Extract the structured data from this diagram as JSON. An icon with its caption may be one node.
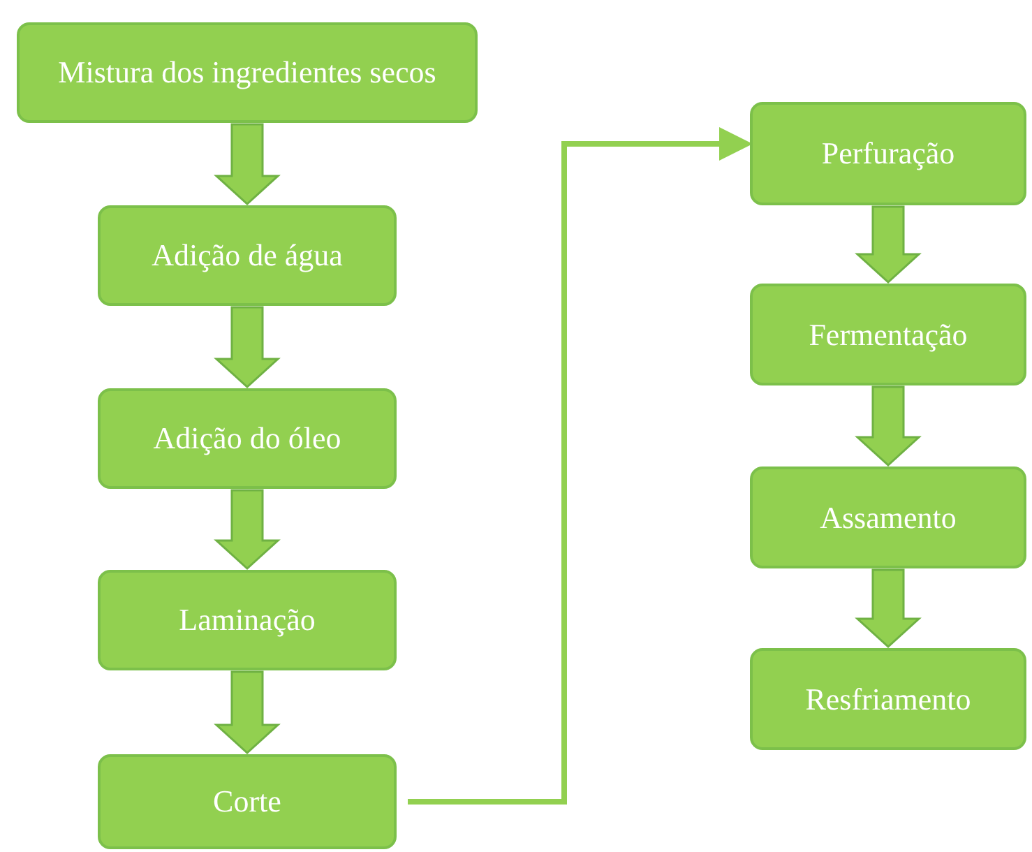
{
  "diagram": {
    "nodes": [
      {
        "text": [
          "Mistura dos ingredientes secos"
        ]
      },
      {
        "text": [
          "Adição de água"
        ]
      },
      {
        "text": [
          "Adição do óleo"
        ]
      },
      {
        "text": [
          "Laminação"
        ]
      },
      {
        "text": [
          "Corte"
        ]
      },
      {
        "text": [
          "Perfuração"
        ]
      },
      {
        "text": [
          "Fermentação"
        ]
      },
      {
        "text": [
          "Assamento"
        ]
      },
      {
        "text": [
          "Resfriamento"
        ]
      }
    ],
    "edges": [
      {
        "from": 0,
        "to": 1,
        "arrow": "to",
        "style": "thick"
      },
      {
        "from": 1,
        "to": 2,
        "arrow": "to",
        "style": "thick"
      },
      {
        "from": 2,
        "to": 3,
        "arrow": "to",
        "style": "thick"
      },
      {
        "from": 3,
        "to": 4,
        "arrow": "to",
        "style": "thick"
      },
      {
        "from": 4,
        "to": 5,
        "arrow": "to"
      },
      {
        "from": 5,
        "to": 6,
        "arrow": "to",
        "style": "thick"
      },
      {
        "from": 6,
        "to": 7,
        "arrow": "to",
        "style": "thick"
      },
      {
        "from": 7,
        "to": 8,
        "arrow": "to",
        "style": "thick"
      }
    ]
  }
}
